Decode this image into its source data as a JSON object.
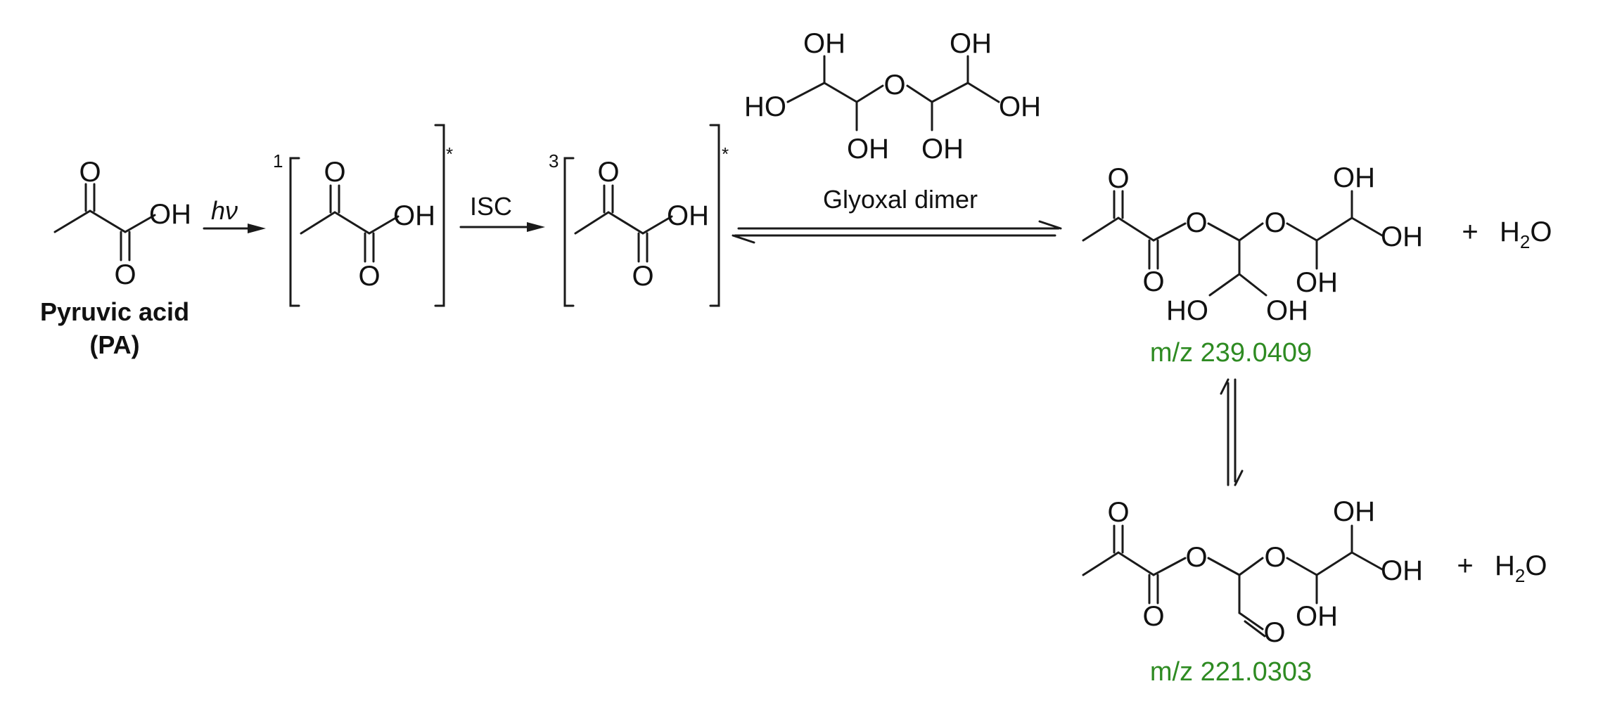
{
  "pyruvic_acid": {
    "name": "Pyruvic acid",
    "abbrev": "(PA)",
    "atoms": {
      "o_top": "O",
      "oh": "OH",
      "o_bottom": "O"
    }
  },
  "step1": {
    "label": "hν"
  },
  "singlet": {
    "multiplicity": "1",
    "star": "*",
    "atoms": {
      "o_top": "O",
      "oh": "OH",
      "o_bottom": "O"
    }
  },
  "step2": {
    "label": "ISC"
  },
  "triplet": {
    "multiplicity": "3",
    "star": "*",
    "atoms": {
      "o_top": "O",
      "oh": "OH",
      "o_bottom": "O"
    }
  },
  "glyoxal_dimer": {
    "label": "Glyoxal dimer",
    "atoms": {
      "oh_tl": "OH",
      "oh_tr": "OH",
      "ho_l": "HO",
      "o_mid": "O",
      "oh_r": "OH",
      "oh_bl": "OH",
      "oh_br": "OH"
    }
  },
  "product1": {
    "mz": "m/z 239.0409",
    "plus": "+",
    "water": {
      "h": "H",
      "sub": "2",
      "o": "O"
    },
    "atoms": {
      "o_keto": "O",
      "o_ester": "O",
      "o_carbonyl": "O",
      "o_ether": "O",
      "oh_top": "OH",
      "oh_right": "OH",
      "oh_bottom": "OH",
      "ho_left": "HO",
      "oh_mid": "OH"
    }
  },
  "product2": {
    "mz": "m/z 221.0303",
    "plus": "+",
    "water": {
      "h": "H",
      "sub": "2",
      "o": "O"
    },
    "atoms": {
      "o_keto": "O",
      "o_ester": "O",
      "o_carbonyl": "O",
      "o_ether": "O",
      "o_aldehyde": "O",
      "oh_top": "OH",
      "oh_right": "OH",
      "oh_bottom": "OH"
    }
  },
  "colors": {
    "mz_label": "#2e8b22",
    "bond": "#1a1a1a"
  }
}
